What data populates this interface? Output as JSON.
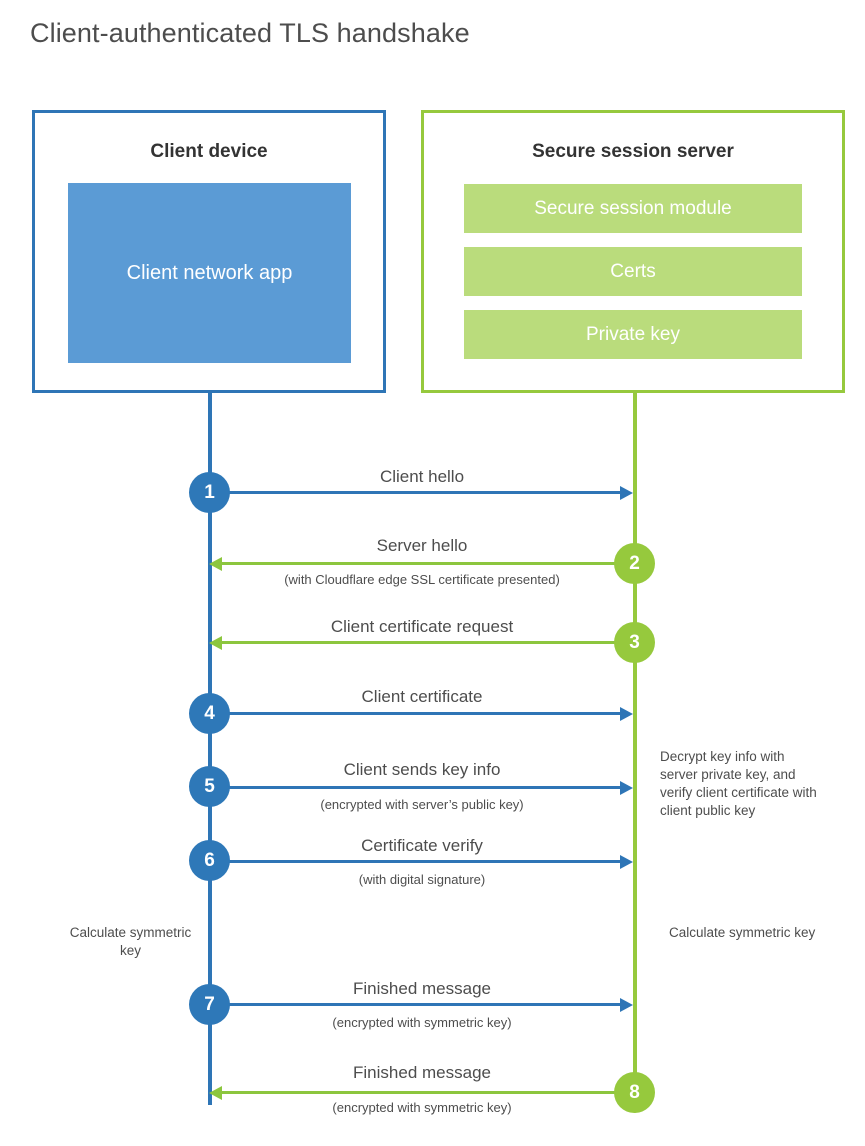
{
  "title": "Client-authenticated TLS handshake",
  "colors": {
    "client_border": "#2E75B6",
    "client_fill": "#5B9BD5",
    "server_border": "#96C93D",
    "server_fill": "#BADC7C",
    "blue_arrow": "#2E75B6",
    "green_arrow": "#8CC63E",
    "text": "#4d4d4d"
  },
  "client": {
    "title": "Client device",
    "app_label": "Client network app"
  },
  "server": {
    "title": "Secure session server",
    "blocks": [
      "Secure session module",
      "Certs",
      "Private key"
    ]
  },
  "steps": [
    {
      "number": "1",
      "direction": "right",
      "color": "blue",
      "label": "Client hello",
      "sublabel": ""
    },
    {
      "number": "2",
      "direction": "left",
      "color": "green",
      "label": "Server hello",
      "sublabel": "(with Cloudflare edge SSL certificate presented)"
    },
    {
      "number": "3",
      "direction": "left",
      "color": "green",
      "label": "Client certificate request",
      "sublabel": ""
    },
    {
      "number": "4",
      "direction": "right",
      "color": "blue",
      "label": "Client certificate",
      "sublabel": ""
    },
    {
      "number": "5",
      "direction": "right",
      "color": "blue",
      "label": "Client sends key info",
      "sublabel": "(encrypted with server’s public key)"
    },
    {
      "number": "6",
      "direction": "right",
      "color": "blue",
      "label": "Certificate verify",
      "sublabel": "(with digital signature)"
    },
    {
      "number": "7",
      "direction": "right",
      "color": "blue",
      "label": "Finished message",
      "sublabel": "(encrypted with symmetric key)"
    },
    {
      "number": "8",
      "direction": "left",
      "color": "green",
      "label": "Finished message",
      "sublabel": "(encrypted with symmetric key)"
    }
  ],
  "notes": {
    "server_decrypt": "Decrypt key info with server private key, and verify client certificate with client public key",
    "client_calc": "Calculate symmetric key",
    "server_calc": "Calculate symmetric key"
  }
}
